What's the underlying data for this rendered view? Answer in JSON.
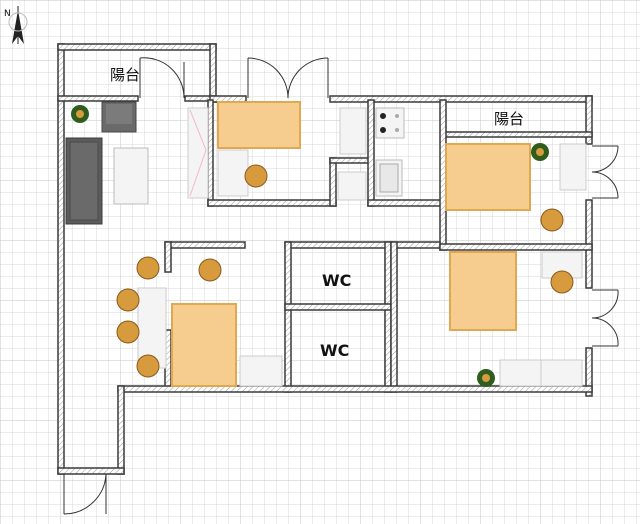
{
  "compass": {
    "label": "N"
  },
  "rooms": {
    "balcony_left": "陽台",
    "balcony_right": "陽台",
    "wc_upper": "WC",
    "wc_lower": "WC"
  },
  "colors": {
    "background": "#ffffff",
    "grid_minor": "#d9d9d9",
    "grid_major": "#c4c4c4",
    "wall": "#3a3a3a",
    "bed": "#f6cd8e",
    "bed_border": "#e0a850",
    "sofa": "#5c5c5c",
    "stool": "#d79b3d",
    "plant": "#2f5d1e",
    "furniture": "#f4f4f4"
  }
}
